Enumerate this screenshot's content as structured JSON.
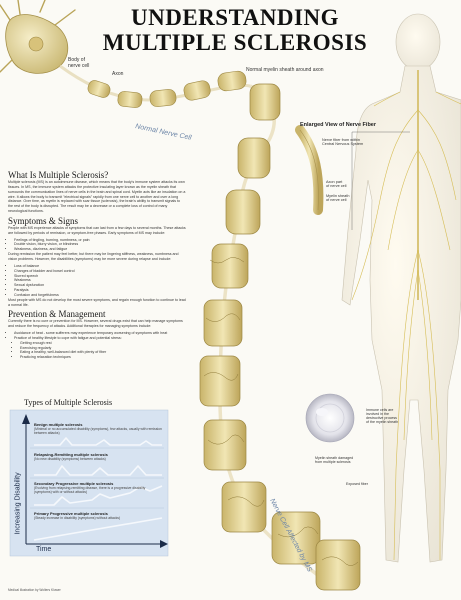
{
  "title": {
    "line1": "UNDERSTANDING",
    "line2": "MULTIPLE SCLEROSIS"
  },
  "labels": {
    "body_cell": "Body of\nnerve cell",
    "axon": "Axon",
    "normal_myelin": "Normal myelin sheath around axon",
    "normal_nerve_cell": "Normal Nerve Cell",
    "affected_nerve_cell": "Nerve Cell Affected by MS",
    "enlarged_view": "Enlarged View of Nerve Fiber",
    "nerve_fiber_cns": "Nerve fiber from within\nCentral Nervous System",
    "axon_part": "Axon part\nof nerve cell",
    "myelin_sheath": "Myelin sheath\nof nerve cell",
    "immune_cells": "Immune cells are\ninvolved in the\ndestructive process\nof the myelin sheath",
    "myelin_damaged": "Myelin sheath damaged\nfrom multiple sclerosis",
    "exposed_fiber": "Exposed fiber"
  },
  "sections": {
    "what_heading": "What Is Multiple Sclerosis?",
    "what_text": "Multiple sclerosis (MS) is an autoimmune disease, which means that the body's immune system attacks its own tissues. In MS, the immune system attacks the protective insulating layer known as the myelin sheath that surrounds the communication lines of nerve cells in the brain and spinal cord. Myelin acts like an insulation on a wire. It allows the body to transmit \"electrical signals\" rapidly from one nerve cell to another and over a long distance. Over time, as myelin is replaced with scar tissue (sclerosis), the brain's ability to transmit signals to the rest of the body is disrupted. The result may be a decrease or a complete loss of control of many neurological functions.",
    "symptoms_heading": "Symptoms & Signs",
    "symptoms_intro": "People with MS experience attacks of symptoms that can last from a few days to several months. These attacks are followed by periods of remission, or symptom-free phases. Early symptoms of MS may include:",
    "symptoms_early": [
      "Feelings of tingling, burning, numbness, or pain",
      "Double vision, blurry vision, or blindness",
      "Weakness, dizziness, and fatigue"
    ],
    "symptoms_mid": "During remission the patient may feel better, but there may be lingering stiffness, weakness, numbness and vision problems. However, the disabilities (symptoms) may be more severe during relapse and include:",
    "symptoms_severe": [
      "Loss of balance",
      "Changes of bladder and bowel control",
      "Slurred speech",
      "Weakness",
      "Sexual dysfunction",
      "Paralysis",
      "Confusion and forgetfulness"
    ],
    "symptoms_outro": "Most people with MS do not develop the most severe symptoms, and regain enough function to continue to lead a normal life.",
    "prevention_heading": "Prevention & Management",
    "prevention_intro": "Currently there is no cure or prevention for MS. However, several drugs exist that can help manage symptoms and reduce the frequency of attacks. Additional therapies for managing symptoms include:",
    "prevention_items": [
      "Avoidance of heat - some sufferers may experience temporary worsening of symptoms with heat",
      "Practice of healthy lifestyle to cope with fatigue and potential stress:"
    ],
    "prevention_sub": [
      "Getting enough rest",
      "Exercising regularly",
      "Eating a healthy, well-balanced diet with plenty of fiber",
      "Practicing relaxation techniques"
    ]
  },
  "types_chart": {
    "title": "Types of Multiple Sclerosis",
    "ylabel": "Increasing Disability",
    "xlabel": "Time",
    "panels": [
      {
        "name": "Benign multiple sclerosis",
        "desc": "(Minimal or no accumulated disability (symptoms), few attacks, usually with remission between attacks)"
      },
      {
        "name": "Relapsing-Remitting multiple sclerosis",
        "desc": "(No new disability (symptoms) between attacks)"
      },
      {
        "name": "Secondary Progressive multiple sclerosis",
        "desc": "(Evolving from relapsing-remitting disease, there is a progressive disability (symptoms) with or without attacks)"
      },
      {
        "name": "Primary Progressive multiple sclerosis",
        "desc": "(Steady increase in disability (symptoms) without attacks)"
      }
    ]
  },
  "colors": {
    "nerve": "#e6d79a",
    "nerve_dark": "#b8a55c",
    "axon": "#ece3c6",
    "chart_bg": "#d7e3f1",
    "curve_label": "#6d86a8"
  },
  "footer": "Medical illustration by Wolters Kluwer"
}
